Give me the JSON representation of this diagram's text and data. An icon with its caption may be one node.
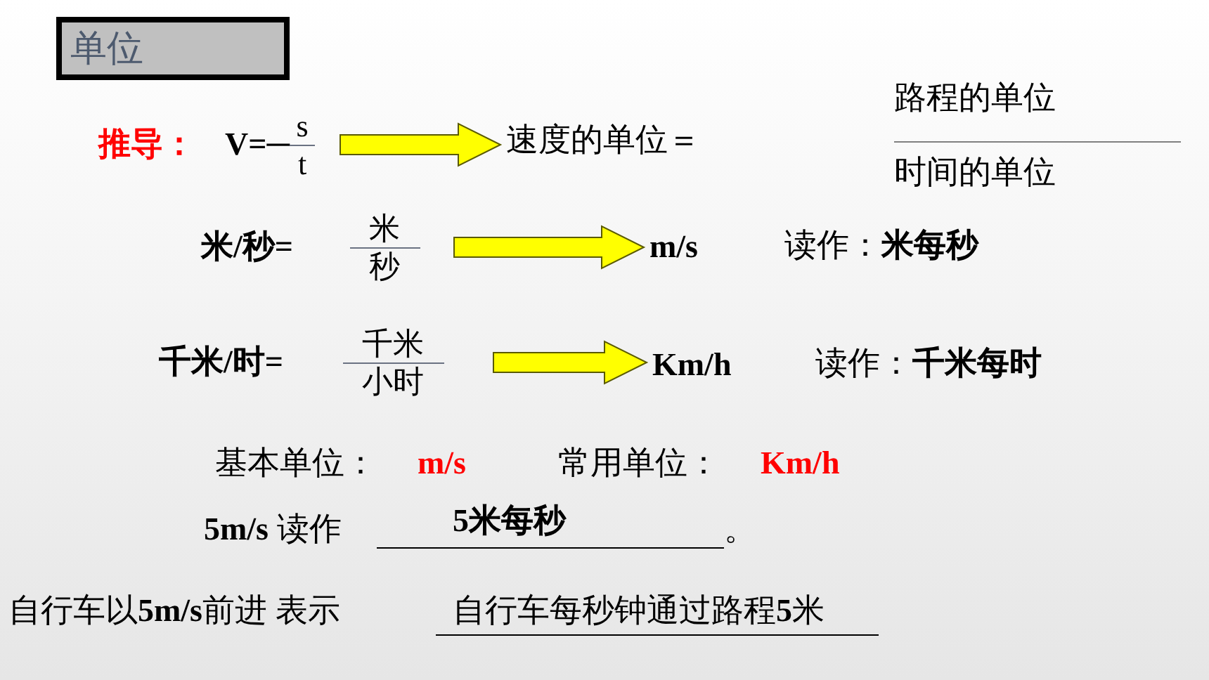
{
  "diagram": {
    "title": "单位",
    "nodes": [
      {
        "text": [
          "V=─",
          "s",
          "t"
        ]
      },
      {
        "text": [
          "速度的单位＝"
        ]
      },
      {
        "text": [
          "米/秒=",
          "米",
          "秒"
        ]
      },
      {
        "text": [
          "m/s"
        ]
      },
      {
        "text": [
          "千米/时=",
          "千米",
          "小时"
        ]
      },
      {
        "text": [
          "Km/h"
        ]
      }
    ],
    "edges": [
      {
        "from": 0,
        "to": 1,
        "arrow": "to"
      },
      {
        "from": 2,
        "to": 3,
        "arrow": "to"
      },
      {
        "from": 4,
        "to": 5,
        "arrow": "to"
      }
    ],
    "labels": [
      "路程的单位",
      "时间的单位",
      "推导：",
      "读作：**米每秒**",
      "读作：**千米每时**",
      "基本单位：",
      "m/s",
      "常用单位：",
      "Km/h",
      "**5m/s** 读作",
      "5米每秒",
      "。",
      "自行车以**5m/s**前进 表示",
      "自行车每秒钟通过路程**5**米"
    ]
  }
}
